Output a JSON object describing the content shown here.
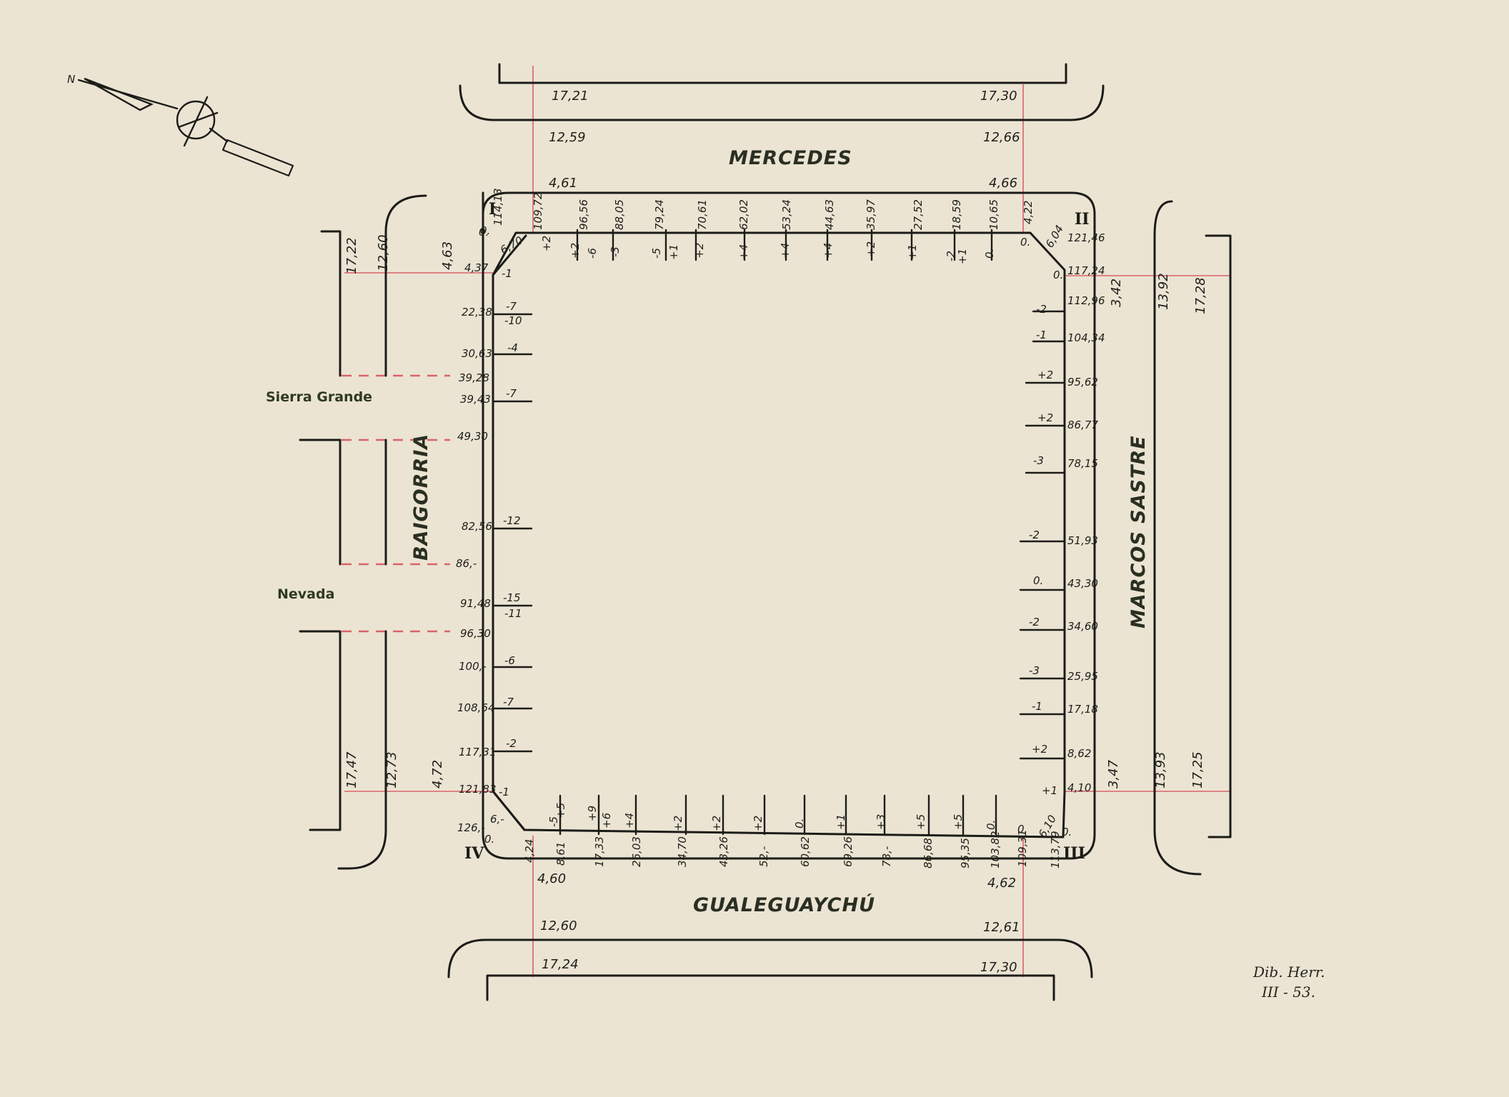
{
  "streets": {
    "north": "MERCEDES",
    "south": "GUALEGUAYCHÚ",
    "west": "BAIGORRIA",
    "east": "MARCOS SASTRE",
    "west_side_1": "Sierra Grande",
    "west_side_2": "Nevada"
  },
  "corners": {
    "I": "I",
    "II": "II",
    "III": "III",
    "IV": "IV"
  },
  "signature": {
    "line1": "Dib. Herr.",
    "line2": "III - 53."
  },
  "outer_levels": {
    "n_top_left": "17,21",
    "n_mid_left": "12,59",
    "n_in_left": "4,61",
    "n_top_right": "17,30",
    "n_mid_right": "12,66",
    "n_in_right": "4,66",
    "w_far_top": "17,22",
    "w_near_top": "12,60",
    "w_in_top": "4,63",
    "w_far_bot": "17,47",
    "w_near_bot": "12,73",
    "w_in_bot": "4,72",
    "e_in_top": "3,42",
    "e_near_top": "13,92",
    "e_far_top": "17,28",
    "e_in_bot": "3,47",
    "e_near_bot": "13,93",
    "e_far_bot": "17,25",
    "s_in_left": "4,60",
    "s_mid_left": "12,60",
    "s_bot_left": "17,24",
    "s_in_right": "4,62",
    "s_mid_right": "12,61",
    "s_bot_right": "17,30"
  },
  "north_side": [
    "114,13",
    "109,72",
    "96,56",
    "88,05",
    "79,24",
    "70,61",
    "62,02",
    "53,24",
    "44,63",
    "35,97",
    "27,52",
    "18,59",
    "10,65",
    "4,22",
    "6,04"
  ],
  "north_offsets": [
    "0.",
    "6,70",
    "+2",
    "+2",
    "-6",
    "-3",
    "-5",
    "+1",
    "+2",
    "+4",
    "+4",
    "+4",
    "+2",
    "+1",
    "-2",
    "+1",
    "0.",
    "0."
  ],
  "east_side": [
    "121,46",
    "117,24",
    "112,96",
    "104,34",
    "95,62",
    "86,77",
    "78,15",
    "51,93",
    "43,30",
    "34,60",
    "25,95",
    "17,18",
    "8,62",
    "4,10"
  ],
  "east_offsets": [
    "0.",
    "-2",
    "-1",
    "+2",
    "+2",
    "-3",
    "-2",
    "0.",
    "-2",
    "-3",
    "-1",
    "+2",
    "+1"
  ],
  "west_side": [
    "4,37",
    "22,38",
    "30,63",
    "39,28",
    "39,43",
    "49,30",
    "82,56",
    "86,-",
    "91,48",
    "96,30",
    "100,-",
    "108,64",
    "117,31",
    "121,83",
    "126,-"
  ],
  "west_offsets": [
    "0.",
    "-1",
    "-7",
    "-10",
    "-4",
    "-7",
    "-12",
    "-15",
    "-11",
    "-6",
    "-7",
    "-2",
    "-1",
    "6,-"
  ],
  "south_side": [
    "4,24",
    "8,61",
    "17,33",
    "26,03",
    "34,70",
    "43,26",
    "52,-",
    "60,62",
    "69,26",
    "78,-",
    "86,68",
    "95,35",
    "103,82",
    "109,31",
    "113,79"
  ],
  "south_offsets": [
    "+5",
    "-5",
    "+9",
    "+6",
    "+4",
    "+2",
    "+2",
    "+2",
    "0.",
    "+1",
    "+3",
    "+5",
    "+5",
    "0.",
    "0.",
    "6,10",
    "0.",
    "0."
  ],
  "compass": {
    "north_letter": "N"
  }
}
